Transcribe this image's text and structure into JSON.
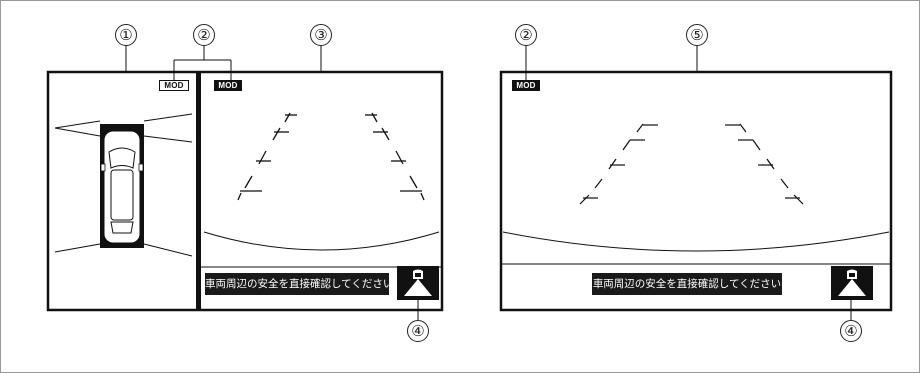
{
  "callouts": {
    "c1": "①",
    "c2_left": "②",
    "c3": "③",
    "c4_left": "④",
    "c2_right": "②",
    "c5": "⑤",
    "c4_right": "④"
  },
  "badges": {
    "mod_overhead": "MOD",
    "mod_rear": "MOD",
    "mod_right": "MOD"
  },
  "caution": {
    "left_text": "車両周辺の安全を直接確認してください",
    "right_text": "車両周辺の安全を直接確認してください"
  },
  "icons": {
    "camera_view_icon_left": "camera-view-icon",
    "camera_view_icon_right": "camera-view-icon"
  },
  "colors": {
    "line": "#1a1a1a",
    "screen_bg": "#ffffff",
    "bar_bg": "#1a1a1a",
    "bar_text": "#ffffff"
  }
}
